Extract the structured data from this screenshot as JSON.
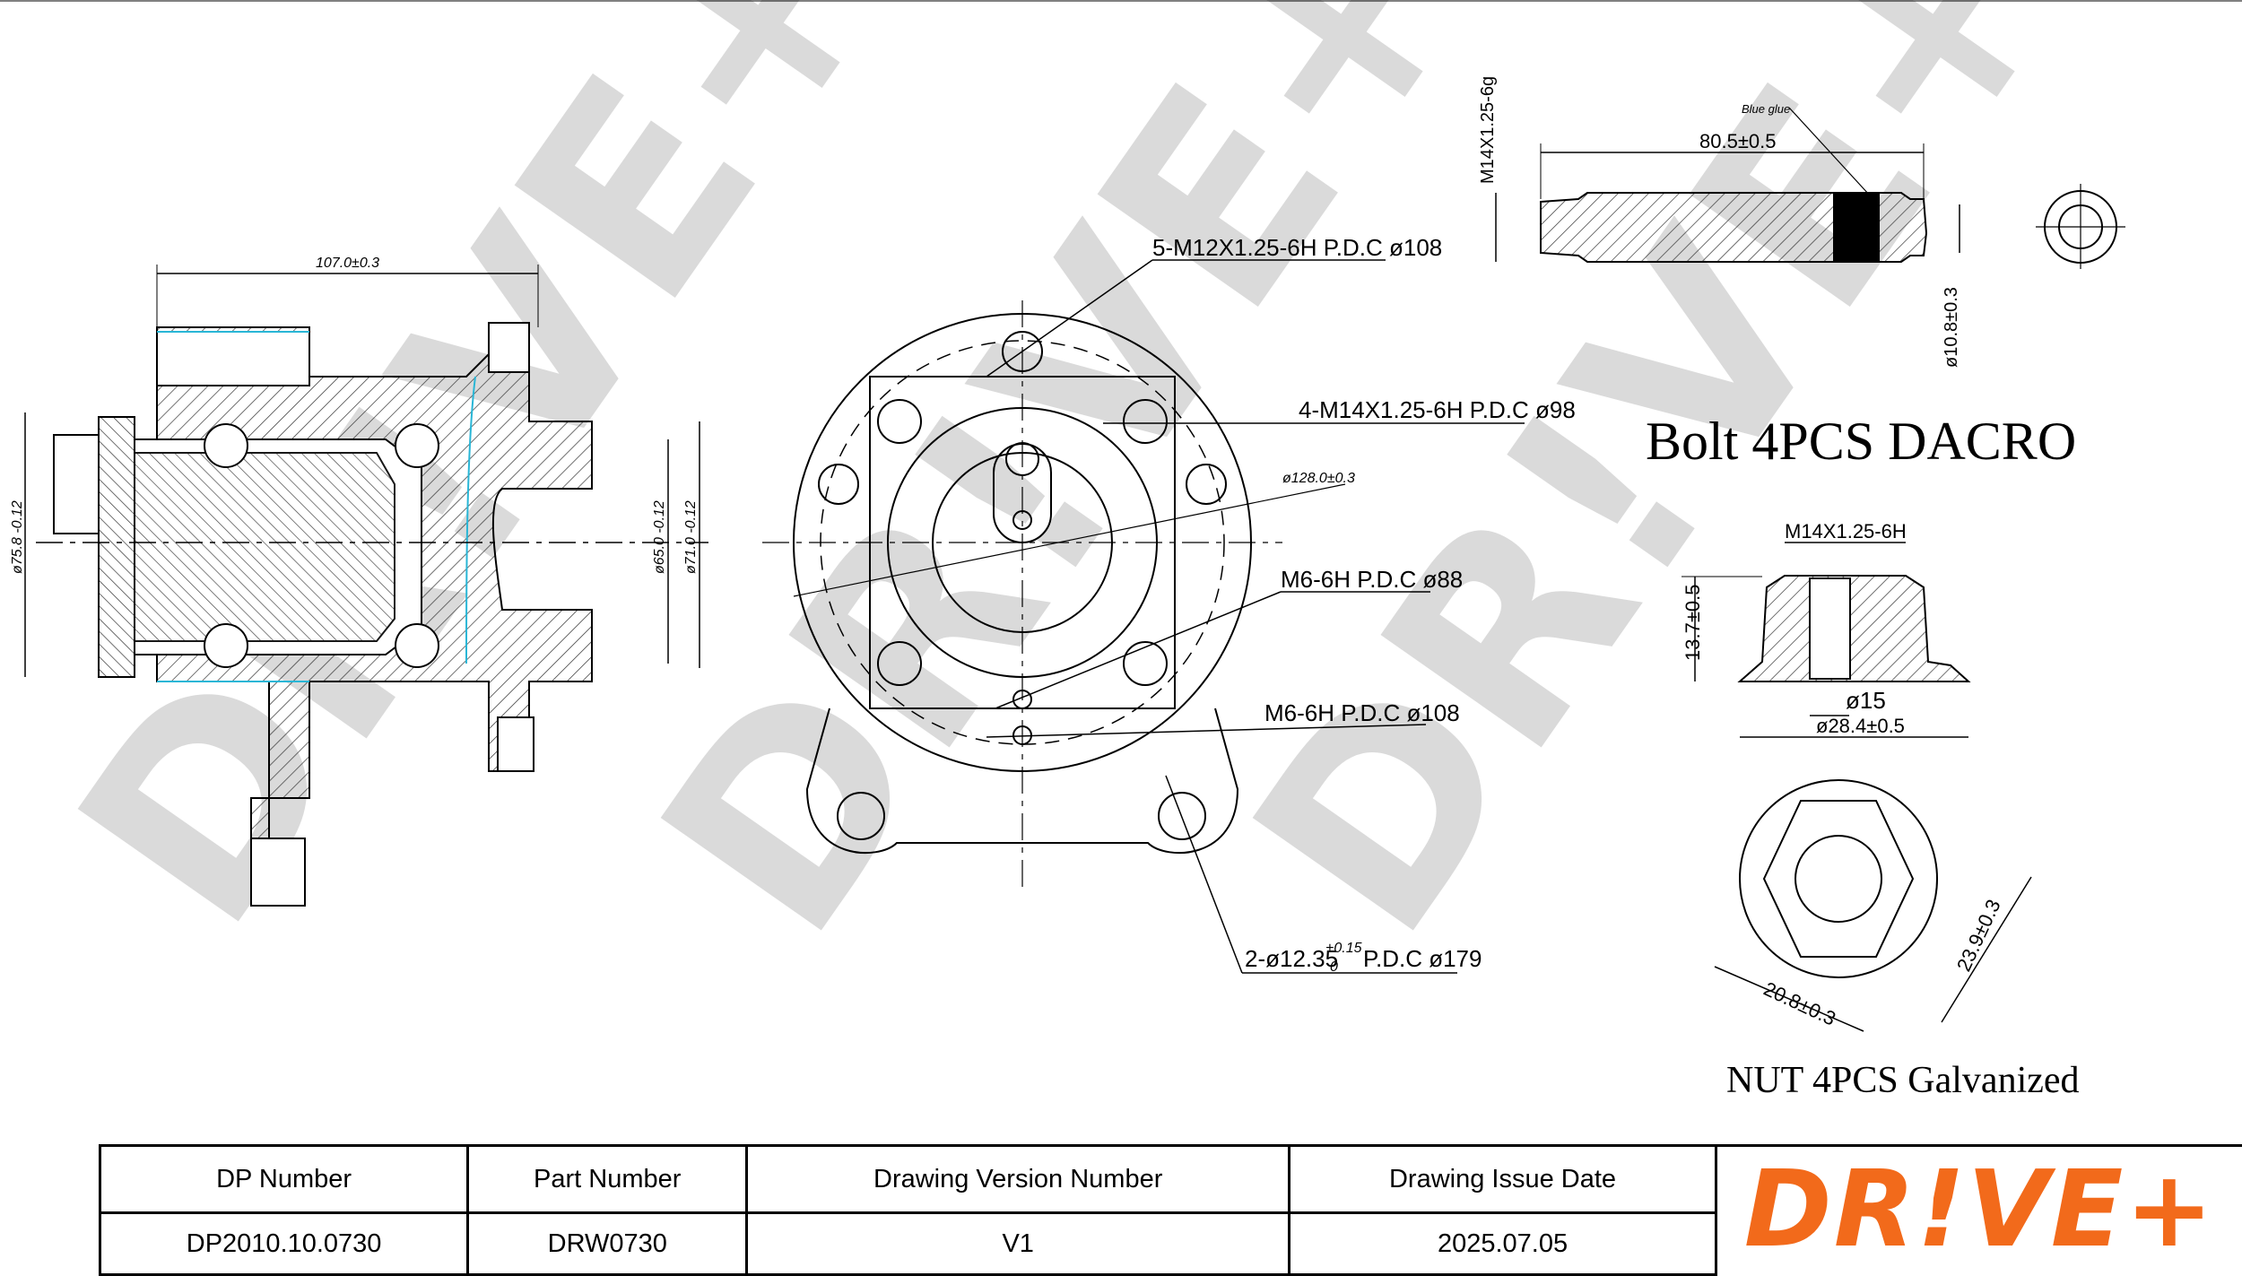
{
  "watermark": "DR!VE+",
  "hub_side_view": {
    "dim_length": "107.0±0.3",
    "dim_left_dia": "ø75.8 -0.12",
    "dim_dia_65": "ø65.0 -0.12",
    "dim_dia_71": "ø71.0 -0.12"
  },
  "hub_front_view": {
    "label_5m12": "5-M12X1.25-6H P.D.C ø108",
    "label_4m14": "4-M14X1.25-6H P.D.C ø98",
    "label_128": "ø128.0±0.3",
    "label_m6_88": "M6-6H P.D.C ø88",
    "label_m6_108": "M6-6H P.D.C ø108",
    "label_2holes": "2-ø12.35",
    "label_2holes_tol_up": "+0.15",
    "label_2holes_tol_dn": "0",
    "label_2holes_pdc": "P.D.C ø179"
  },
  "bolt": {
    "thread": "M14X1.25-6g",
    "glue": "Blue glue",
    "length": "80.5±0.5",
    "dia": "ø10.8±0.3",
    "caption": "Bolt 4PCS DACRO"
  },
  "nut": {
    "thread": "M14X1.25-6H",
    "height": "13.7±0.5",
    "inner": "ø15",
    "flange": "ø28.4±0.5",
    "across_corners": "23.9±0.3",
    "across_flats": "20.8±0.3",
    "caption": "NUT 4PCS  Galvanized"
  },
  "title_block": {
    "headers": [
      "DP Number",
      "Part Number",
      "Drawing Version Number",
      "Drawing Issue Date"
    ],
    "values": [
      "DP2010.10.0730",
      "DRW0730",
      "V1",
      "2025.07.05"
    ],
    "logo": "DR!VE+",
    "logo_color": "#f26a1b"
  }
}
